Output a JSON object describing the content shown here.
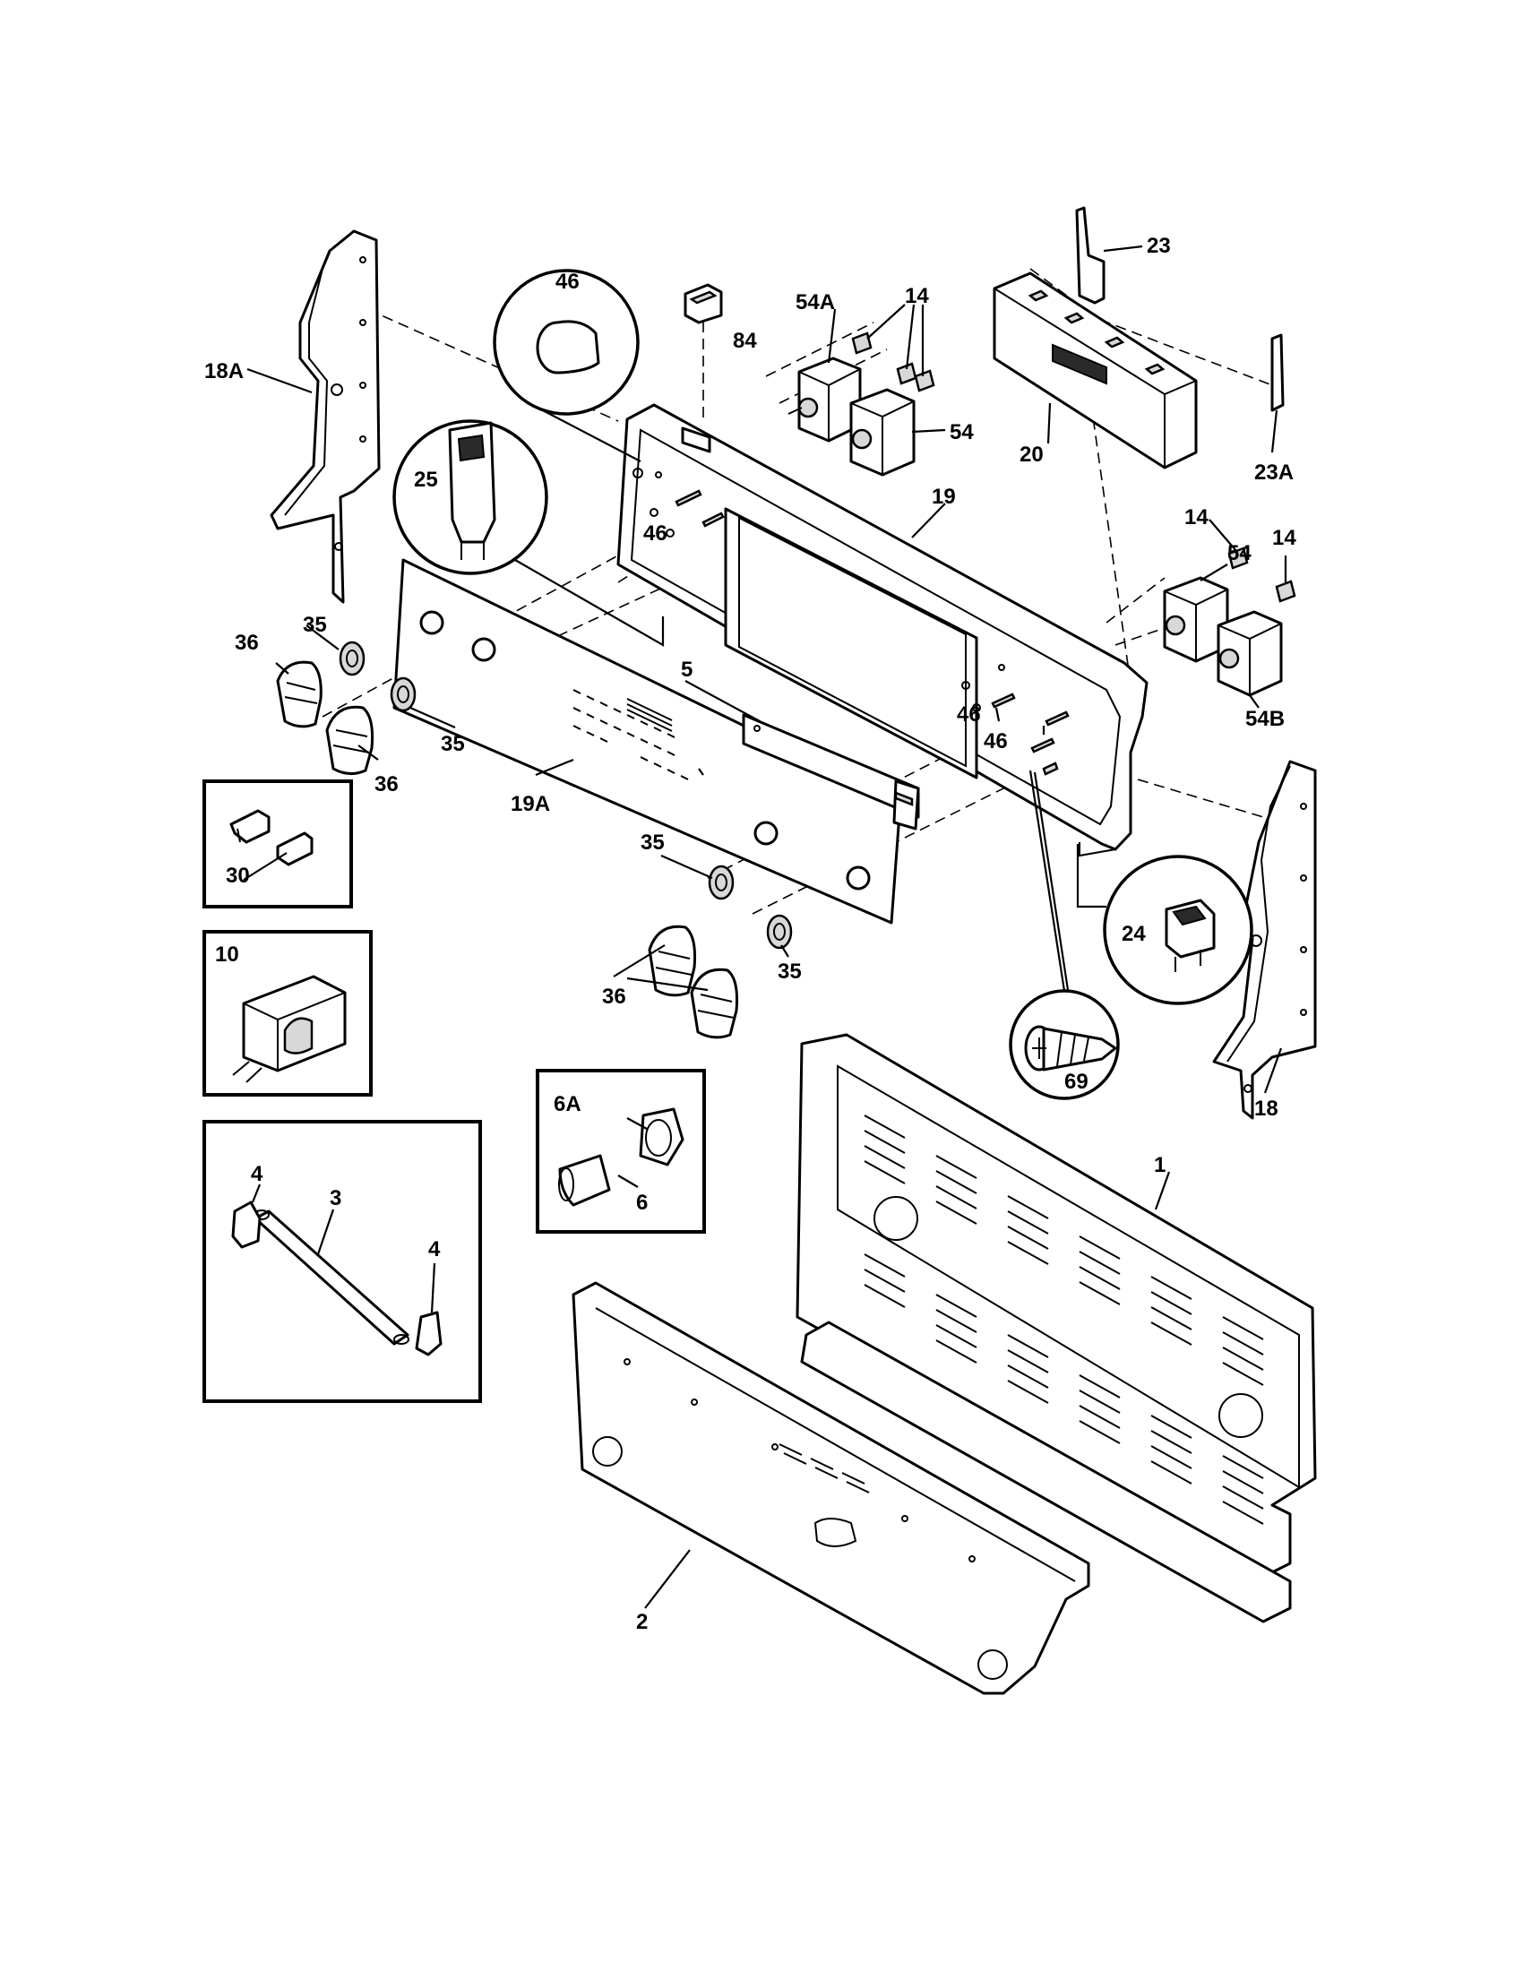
{
  "labels": {
    "p1": "1",
    "p2": "2",
    "p3": "3",
    "p4a": "4",
    "p4b": "4",
    "p5": "5",
    "p6": "6",
    "p6a": "6A",
    "p10": "10",
    "p14a": "14",
    "p14b": "14",
    "p14c": "14",
    "p18": "18",
    "p18a": "18A",
    "p19": "19",
    "p19a": "19A",
    "p20": "20",
    "p23": "23",
    "p23a": "23A",
    "p24": "24",
    "p25": "25",
    "p30": "30",
    "p35a": "35",
    "p35b": "35",
    "p35c": "35",
    "p35d": "35",
    "p36a": "36",
    "p36b": "36",
    "p36c": "36",
    "p46a": "46",
    "p46b": "46",
    "p46c": "46",
    "p46d": "46",
    "p54a": "54A",
    "p54": "54",
    "p54c": "54",
    "p54b": "54B",
    "p69": "69",
    "p84": "84"
  },
  "icons": {
    "callout_46": "knob-button-icon",
    "callout_25": "rocker-switch-icon",
    "callout_24": "rocker-switch-icon",
    "callout_69": "screw-icon"
  }
}
